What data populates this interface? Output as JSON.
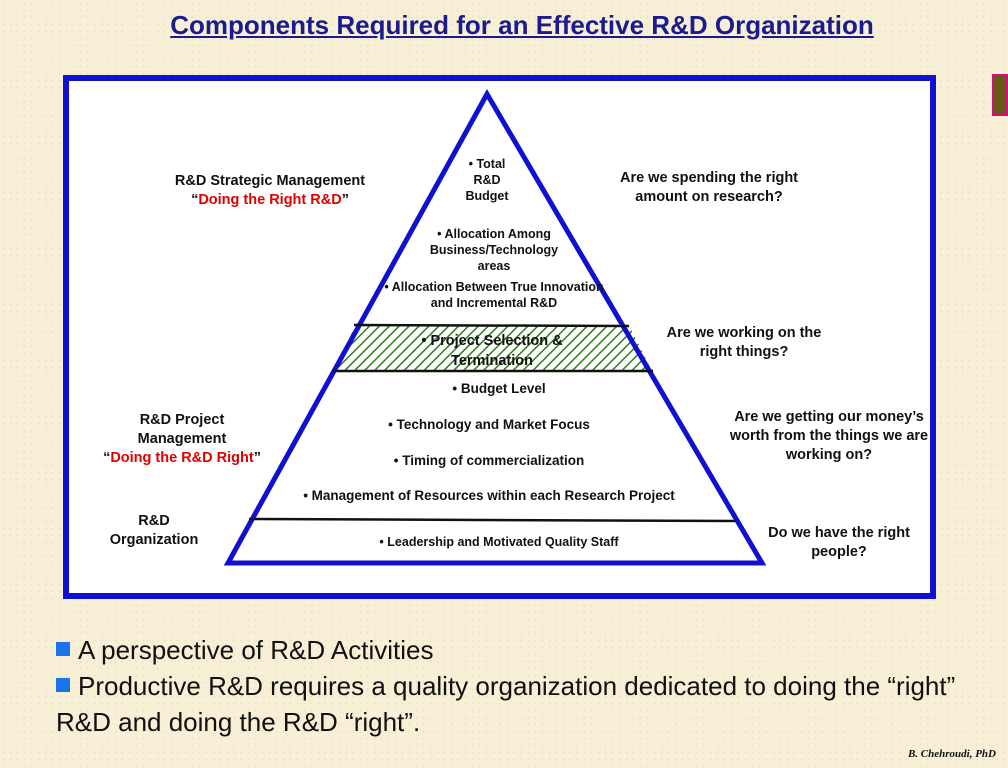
{
  "title": "Components Required for an Effective R&D Organization",
  "left_labels": {
    "strategic": "R&D Strategic Management",
    "strategic_quote": "Doing the Right R&D",
    "project": "R&D Project Management",
    "project_quote": "Doing the R&D Right",
    "organization": "R&D Organization"
  },
  "pyramid": {
    "tier1": [
      "Total R&D Budget",
      "Allocation Among Business/Technology areas",
      "Allocation Between True Innovation and Incremental R&D"
    ],
    "band": "Project  Selection  &  Termination",
    "tier2": [
      "Budget Level",
      "Technology and Market Focus",
      "Timing of commercialization",
      "Management of  Resources within each Research Project"
    ],
    "base": "Leadership and Motivated Quality Staff"
  },
  "questions": {
    "q1": "Are we spending the right amount on research?",
    "q2": "Are we working on the right things?",
    "q3": "Are we getting our money’s worth from the things we are working on?",
    "q4": "Do we have the right people?"
  },
  "bullets": [
    "A perspective of R&D Activities",
    "Productive R&D requires a quality organization dedicated to doing the “right” R&D and doing the R&D “right”."
  ],
  "author": "B. Chehroudi, PhD",
  "colors": {
    "frame": "#1010d0",
    "title": "#1b1b8f",
    "accent": "#e00000",
    "hatch": "#2e7d1a",
    "bullet": "#1a73e8"
  }
}
